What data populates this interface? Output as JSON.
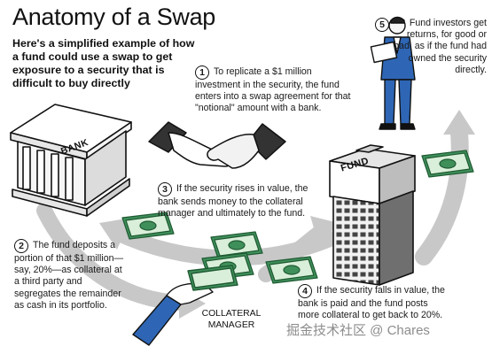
{
  "title": "Anatomy of a Swap",
  "subtitle": "Here's a simplified example of how a fund could use a swap to get exposure to a security that is difficult to buy directly",
  "steps": [
    {
      "num": "1",
      "text": "To replicate a $1 million investment in the security, the fund enters into a swap agreement for that \"notional\" amount with a bank."
    },
    {
      "num": "2",
      "text": "The fund deposits a portion of that $1 million—say, 20%—as collateral at a third party and segregates the remainder as cash in its portfolio."
    },
    {
      "num": "3",
      "text": "If the security rises in value, the bank sends money to the collateral manager and ultimately to the fund."
    },
    {
      "num": "4",
      "text": "If the security falls in value, the bank is paid and the fund posts more collateral to get back to 20%."
    },
    {
      "num": "5",
      "text": "Fund investors get returns, for good or bad, as if the fund had owned the security directly."
    }
  ],
  "labels": {
    "bank": "BANK",
    "fund": "FUND",
    "collateral_manager": "COLLATERAL MANAGER"
  },
  "watermark": "掘金技术社区 @ Chares",
  "colors": {
    "arrow_gray": "#c8c8c8",
    "money_green": "#3f8f5a",
    "money_light": "#d9efd9",
    "investor_blue": "#2e66b5",
    "ink": "#111111"
  }
}
